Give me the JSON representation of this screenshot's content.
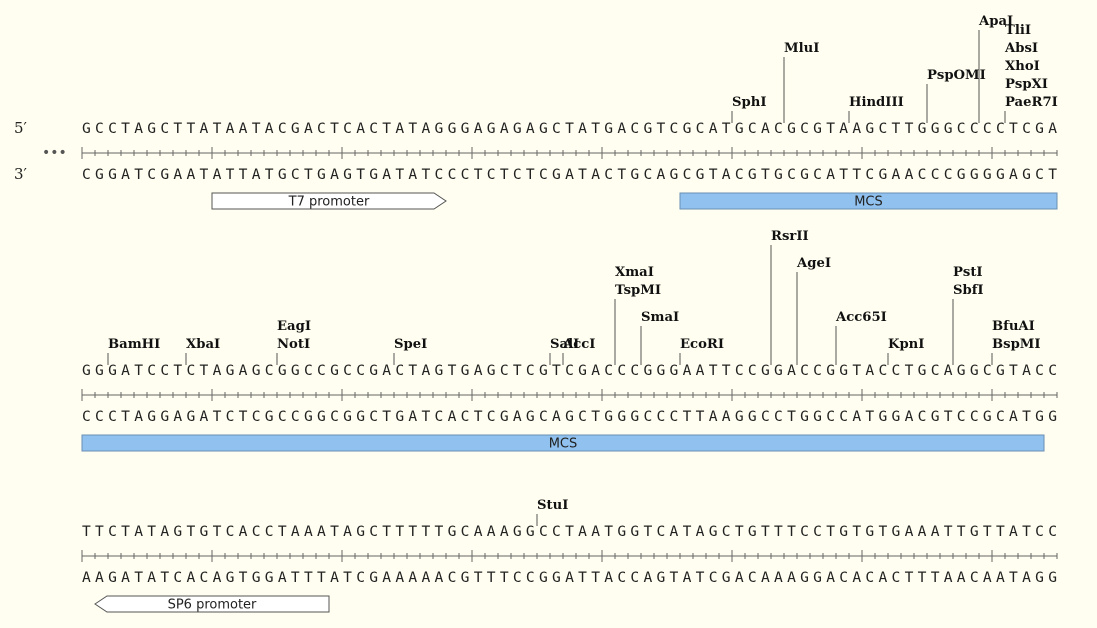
{
  "strand_labels": {
    "five_prime": "5′",
    "three_prime": "3′",
    "continuation": "•••"
  },
  "colors": {
    "mcs_fill": "#90c1ef",
    "promoter_fill": "#ffffff",
    "line": "#666666"
  },
  "rows": [
    {
      "top": "GCCTAGCTTATAATACGACTCACTATAGGGAGAGAGCTATGACGTCGCATGCACGCGTAAGCTTGGGCCCCTCGA",
      "bottom": "CGGATCGAATATTATGCTGAGTGATATCCCTCTCTCGATACTGCAGCGTACGTGCGCATTCGAACCCGGGGAGCT",
      "enzymes": [
        {
          "names": [
            "SphI"
          ],
          "pos": 50,
          "level": 0
        },
        {
          "names": [
            "MluI"
          ],
          "pos": 54,
          "level": 2
        },
        {
          "names": [
            "HindIII"
          ],
          "pos": 59,
          "level": 0
        },
        {
          "names": [
            "PspOMI"
          ],
          "pos": 65,
          "level": 1
        },
        {
          "names": [
            "ApaI"
          ],
          "pos": 69,
          "level": 3
        },
        {
          "names": [
            "TliI",
            "AbsI",
            "XhoI",
            "PspXI",
            "PaeR7I"
          ],
          "pos": 71,
          "level": 0
        }
      ],
      "features": [
        {
          "label": "T7 promoter",
          "start": 10,
          "end": 28,
          "kind": "arrow-right"
        },
        {
          "label": "MCS",
          "start": 46,
          "end": 75,
          "kind": "box"
        }
      ],
      "show_strand_labels": true
    },
    {
      "top": "GGGATCCTCTAGAGCGGCCGCCGACTAGTGAGCTCGTCGACCCGGGAATTCCGGACCGGTACCTGCAGGCGTACC",
      "bottom": "CCCTAGGAGATCTCGCCGGCGGCTGATCACTCGAGCAGCTGGGCCCTTAAGGCCTGGCCATGGACGTCCGCATGG",
      "enzymes": [
        {
          "names": [
            "BamHI"
          ],
          "pos": 2,
          "level": 0
        },
        {
          "names": [
            "XbaI"
          ],
          "pos": 8,
          "level": 0
        },
        {
          "names": [
            "EagI",
            "NotI"
          ],
          "pos": 15,
          "level": 0
        },
        {
          "names": [
            "SpeI"
          ],
          "pos": 24,
          "level": 0
        },
        {
          "names": [
            "SalI"
          ],
          "pos": 36,
          "level": 0
        },
        {
          "names": [
            "AccI"
          ],
          "pos": 37,
          "level": 0
        },
        {
          "names": [
            "XmaI",
            "TspMI"
          ],
          "pos": 41,
          "level": 2
        },
        {
          "names": [
            "SmaI"
          ],
          "pos": 43,
          "level": 1
        },
        {
          "names": [
            "EcoRI"
          ],
          "pos": 46,
          "level": 0
        },
        {
          "names": [
            "RsrII"
          ],
          "pos": 53,
          "level": 4
        },
        {
          "names": [
            "AgeI"
          ],
          "pos": 55,
          "level": 3
        },
        {
          "names": [
            "Acc65I"
          ],
          "pos": 58,
          "level": 1
        },
        {
          "names": [
            "KpnI"
          ],
          "pos": 62,
          "level": 0
        },
        {
          "names": [
            "PstI",
            "SbfI"
          ],
          "pos": 67,
          "level": 2
        },
        {
          "names": [
            "BfuAI",
            "BspMI"
          ],
          "pos": 70,
          "level": 0
        }
      ],
      "features": [
        {
          "label": "MCS",
          "start": 0,
          "end": 74,
          "kind": "box"
        }
      ],
      "show_strand_labels": false
    },
    {
      "top": "TTCTATAGTGTCACCTAAATAGCTTTTTGCAAAGGCCTAATGGTCATAGCTGTTTCCTGTGTGAAATTGTTATCC",
      "bottom": "AAGATATCACAGTGGATTTATCGAAAAACGTTTCCGGATTACCAGTATCGACAAAGGACACACTTTAACAATAGG",
      "enzymes": [
        {
          "names": [
            "StuI"
          ],
          "pos": 35,
          "level": 0
        }
      ],
      "features": [
        {
          "label": "SP6 promoter",
          "start": 1,
          "end": 19,
          "kind": "arrow-left"
        }
      ],
      "show_strand_labels": false
    }
  ]
}
